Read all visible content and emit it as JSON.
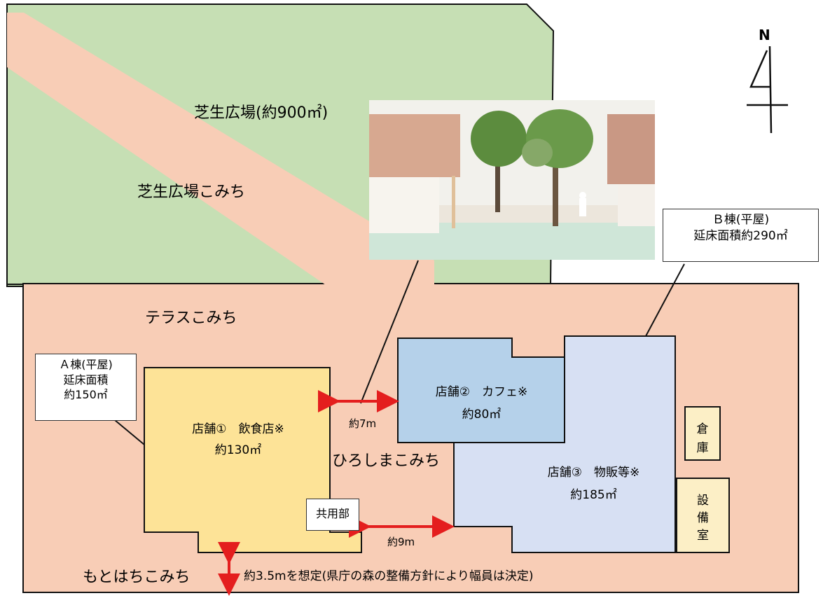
{
  "north": {
    "letter": "N"
  },
  "areas": {
    "lawn_plaza": "芝生広場(約900㎡)",
    "lawn_path": "芝生広場こみち",
    "terrace_path": "テラスこみち",
    "hiroshima_path": "ひろしまこみち",
    "motohachi_path": "もとはちこみち"
  },
  "building_a": {
    "line1": "Ａ棟(平屋)",
    "line2": "延床面積",
    "line3": "約150㎡"
  },
  "building_b": {
    "line1": "Ｂ棟(平屋)",
    "line2": "延床面積約290㎡"
  },
  "shops": {
    "shop1_name": "店舗①　飲食店※",
    "shop1_area": "約130㎡",
    "shop2_name": "店舗②　カフェ※",
    "shop2_area": "約80㎡",
    "shop3_name": "店舗③　物販等※",
    "shop3_area": "約185㎡",
    "common": "共用部",
    "storage": [
      "倉",
      "庫"
    ],
    "equipment": [
      "設",
      "備",
      "室"
    ]
  },
  "distances": {
    "d7": "約7m",
    "d9": "約9m"
  },
  "road_note": "約3.5mを想定(県庁の森の整備方針により幅員は決定)",
  "colors": {
    "lawn": "#c6dfb4",
    "terrace": "#f8cdb6",
    "shop_a": "#fde397",
    "shop_cafe": "#b5d1ea",
    "shop_b": "#d7e0f3",
    "annex": "#fcefc6",
    "arrow": "#e41e1e"
  }
}
